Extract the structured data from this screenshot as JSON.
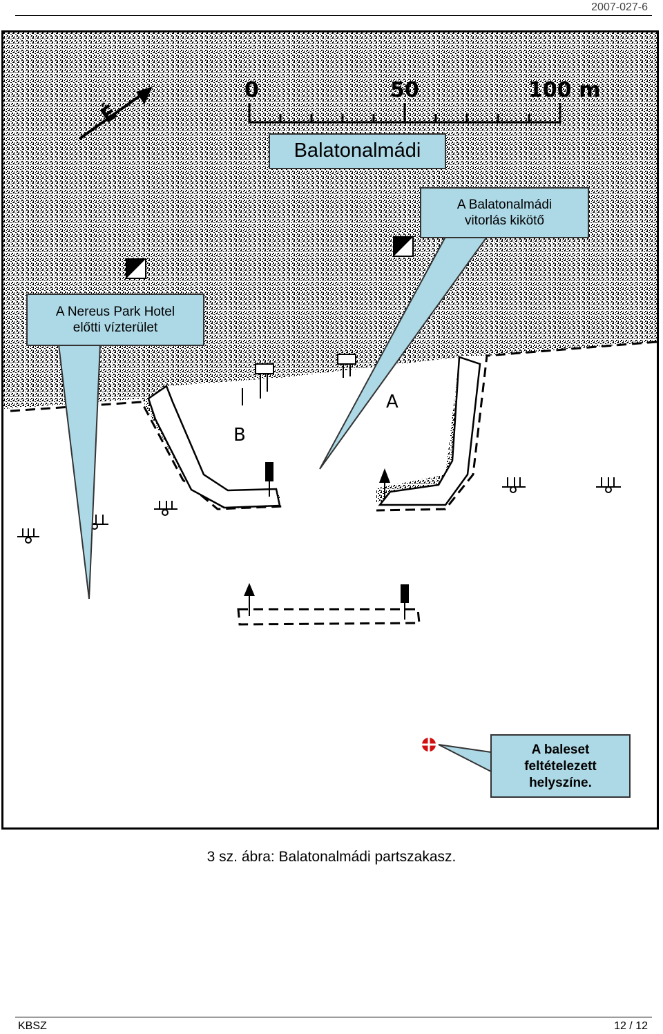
{
  "header": {
    "doc_id": "2007-027-6"
  },
  "map": {
    "title": "Balatonalmádi",
    "scale": {
      "ticks": [
        "0",
        "50",
        "100 m"
      ]
    },
    "north_label": "É",
    "pier_labels": {
      "a": "A",
      "b": "B"
    },
    "callouts": {
      "marina": [
        "A Balatonalmádi",
        "vitorlás kikötő"
      ],
      "hotel": [
        "A Nereus Park Hotel",
        "előtti vízterület"
      ],
      "accident": [
        "A baleset",
        "feltételezett",
        "helyszíne."
      ]
    },
    "colors": {
      "callout_fill": "#add8e6",
      "accident_marker": "#d01010",
      "land_dots": "#000000"
    }
  },
  "caption": "3 sz. ábra: Balatonalmádi partszakasz.",
  "footer": {
    "left": "KBSZ",
    "right": "12 / 12"
  }
}
